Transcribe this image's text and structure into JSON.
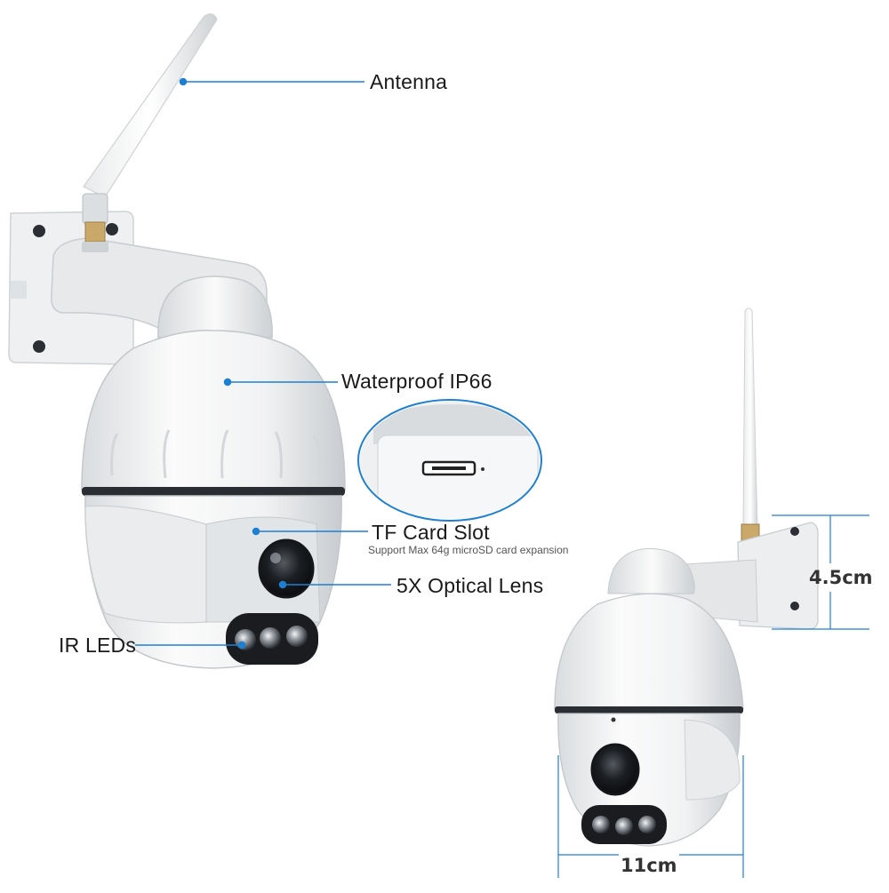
{
  "callouts": {
    "antenna": "Antenna",
    "waterproof": "Waterproof IP66",
    "tf_card": "TF Card Slot",
    "tf_card_note": "Support Max 64g microSD card expansion",
    "lens": "5X Optical Lens",
    "ir_leds": "IR LEDs"
  },
  "dimensions": {
    "height": "4.5cm",
    "width": "11cm"
  },
  "colors": {
    "callout_line": "#1f7fd1",
    "body_white": "#f2f3f4",
    "shadow": "#c9cdd1"
  }
}
